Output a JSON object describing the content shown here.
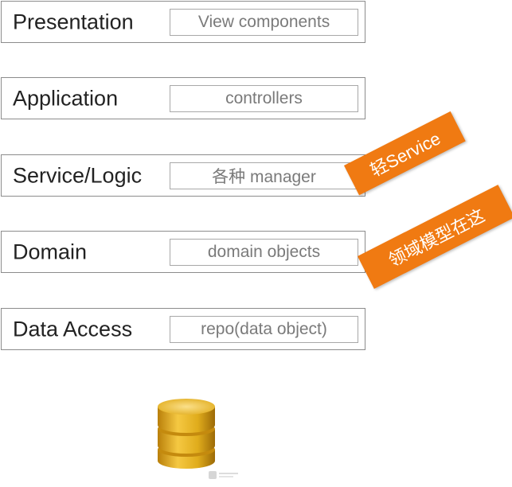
{
  "layers": [
    {
      "name": "Presentation",
      "detail": "View components"
    },
    {
      "name": "Application",
      "detail": "controllers"
    },
    {
      "name": "Service/Logic",
      "detail": "各种 manager"
    },
    {
      "name": "Domain",
      "detail": "domain objects"
    },
    {
      "name": "Data Access",
      "detail": "repo(data object)"
    }
  ],
  "notes": {
    "service": "轻Service",
    "domain": "领域模型在这"
  },
  "colors": {
    "note_bg": "#f07a12",
    "database_gold": "#e0ac1c"
  },
  "icons": {
    "database": "database-icon"
  }
}
